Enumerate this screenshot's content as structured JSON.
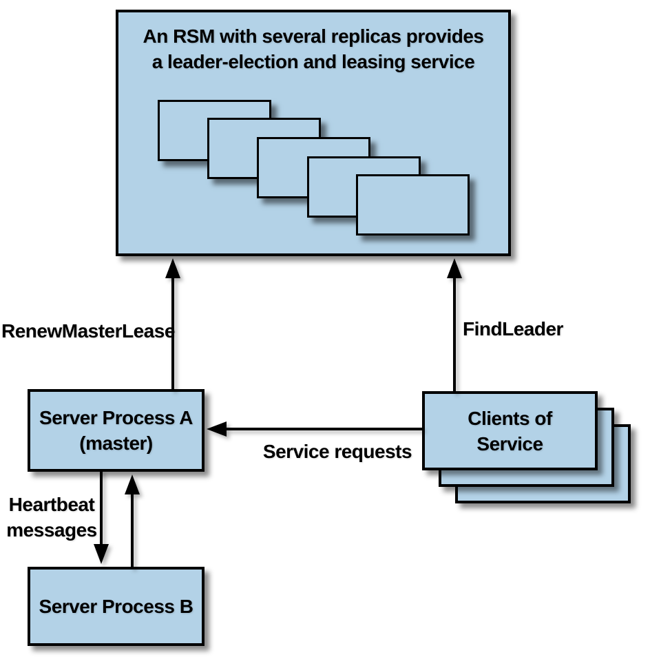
{
  "diagram": {
    "rsm_box": {
      "title_line1": "An RSM with several replicas provides",
      "title_line2": "a leader-election and leasing service",
      "replica_count": 5
    },
    "nodes": {
      "server_a": {
        "line1": "Server Process A",
        "line2": "(master)"
      },
      "server_b": {
        "label": "Server Process B"
      },
      "clients": {
        "line1": "Clients of",
        "line2": "Service",
        "stack_count": 3
      }
    },
    "edges": {
      "renew_master_lease": {
        "label": "RenewMasterLease",
        "from": "server_a",
        "to": "rsm_box"
      },
      "find_leader": {
        "label": "FindLeader",
        "from": "clients",
        "to": "rsm_box"
      },
      "service_requests": {
        "label": "Service requests",
        "from": "clients",
        "to": "server_a"
      },
      "heartbeat": {
        "label_line1": "Heartbeat",
        "label_line2": "messages",
        "between": "server_a/server_b"
      }
    },
    "colors": {
      "box_fill": "#b3d2e7",
      "box_border": "#000000",
      "arrow": "#000000",
      "background": "#ffffff"
    }
  }
}
